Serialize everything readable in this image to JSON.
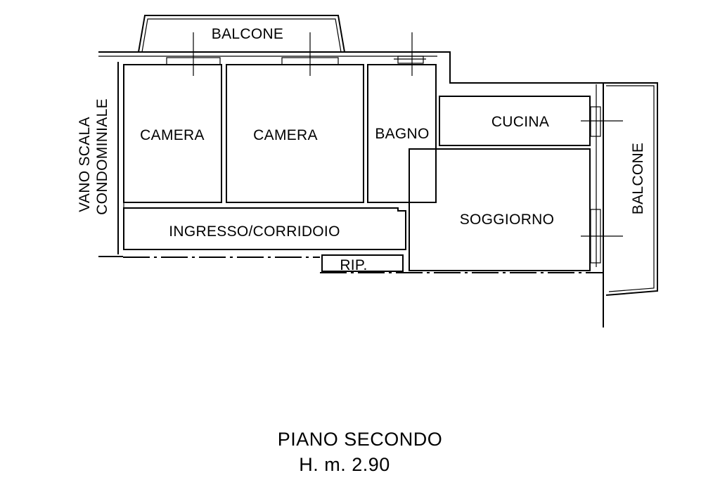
{
  "floor_plan": {
    "rooms": {
      "balcone_top": "BALCONE",
      "camera_1": "CAMERA",
      "camera_2": "CAMERA",
      "bagno": "BAGNO",
      "cucina": "CUCINA",
      "soggiorno": "SOGGIORNO",
      "ingresso": "INGRESSO/CORRIDOIO",
      "ripostiglio": "RIP.",
      "balcone_right": "BALCONE"
    },
    "stairwell": {
      "line_1": "VANO SCALA",
      "line_2": "CONDOMINIALE"
    }
  },
  "footer": {
    "title": "PIANO SECONDO",
    "height": "H. m. 2.90"
  }
}
